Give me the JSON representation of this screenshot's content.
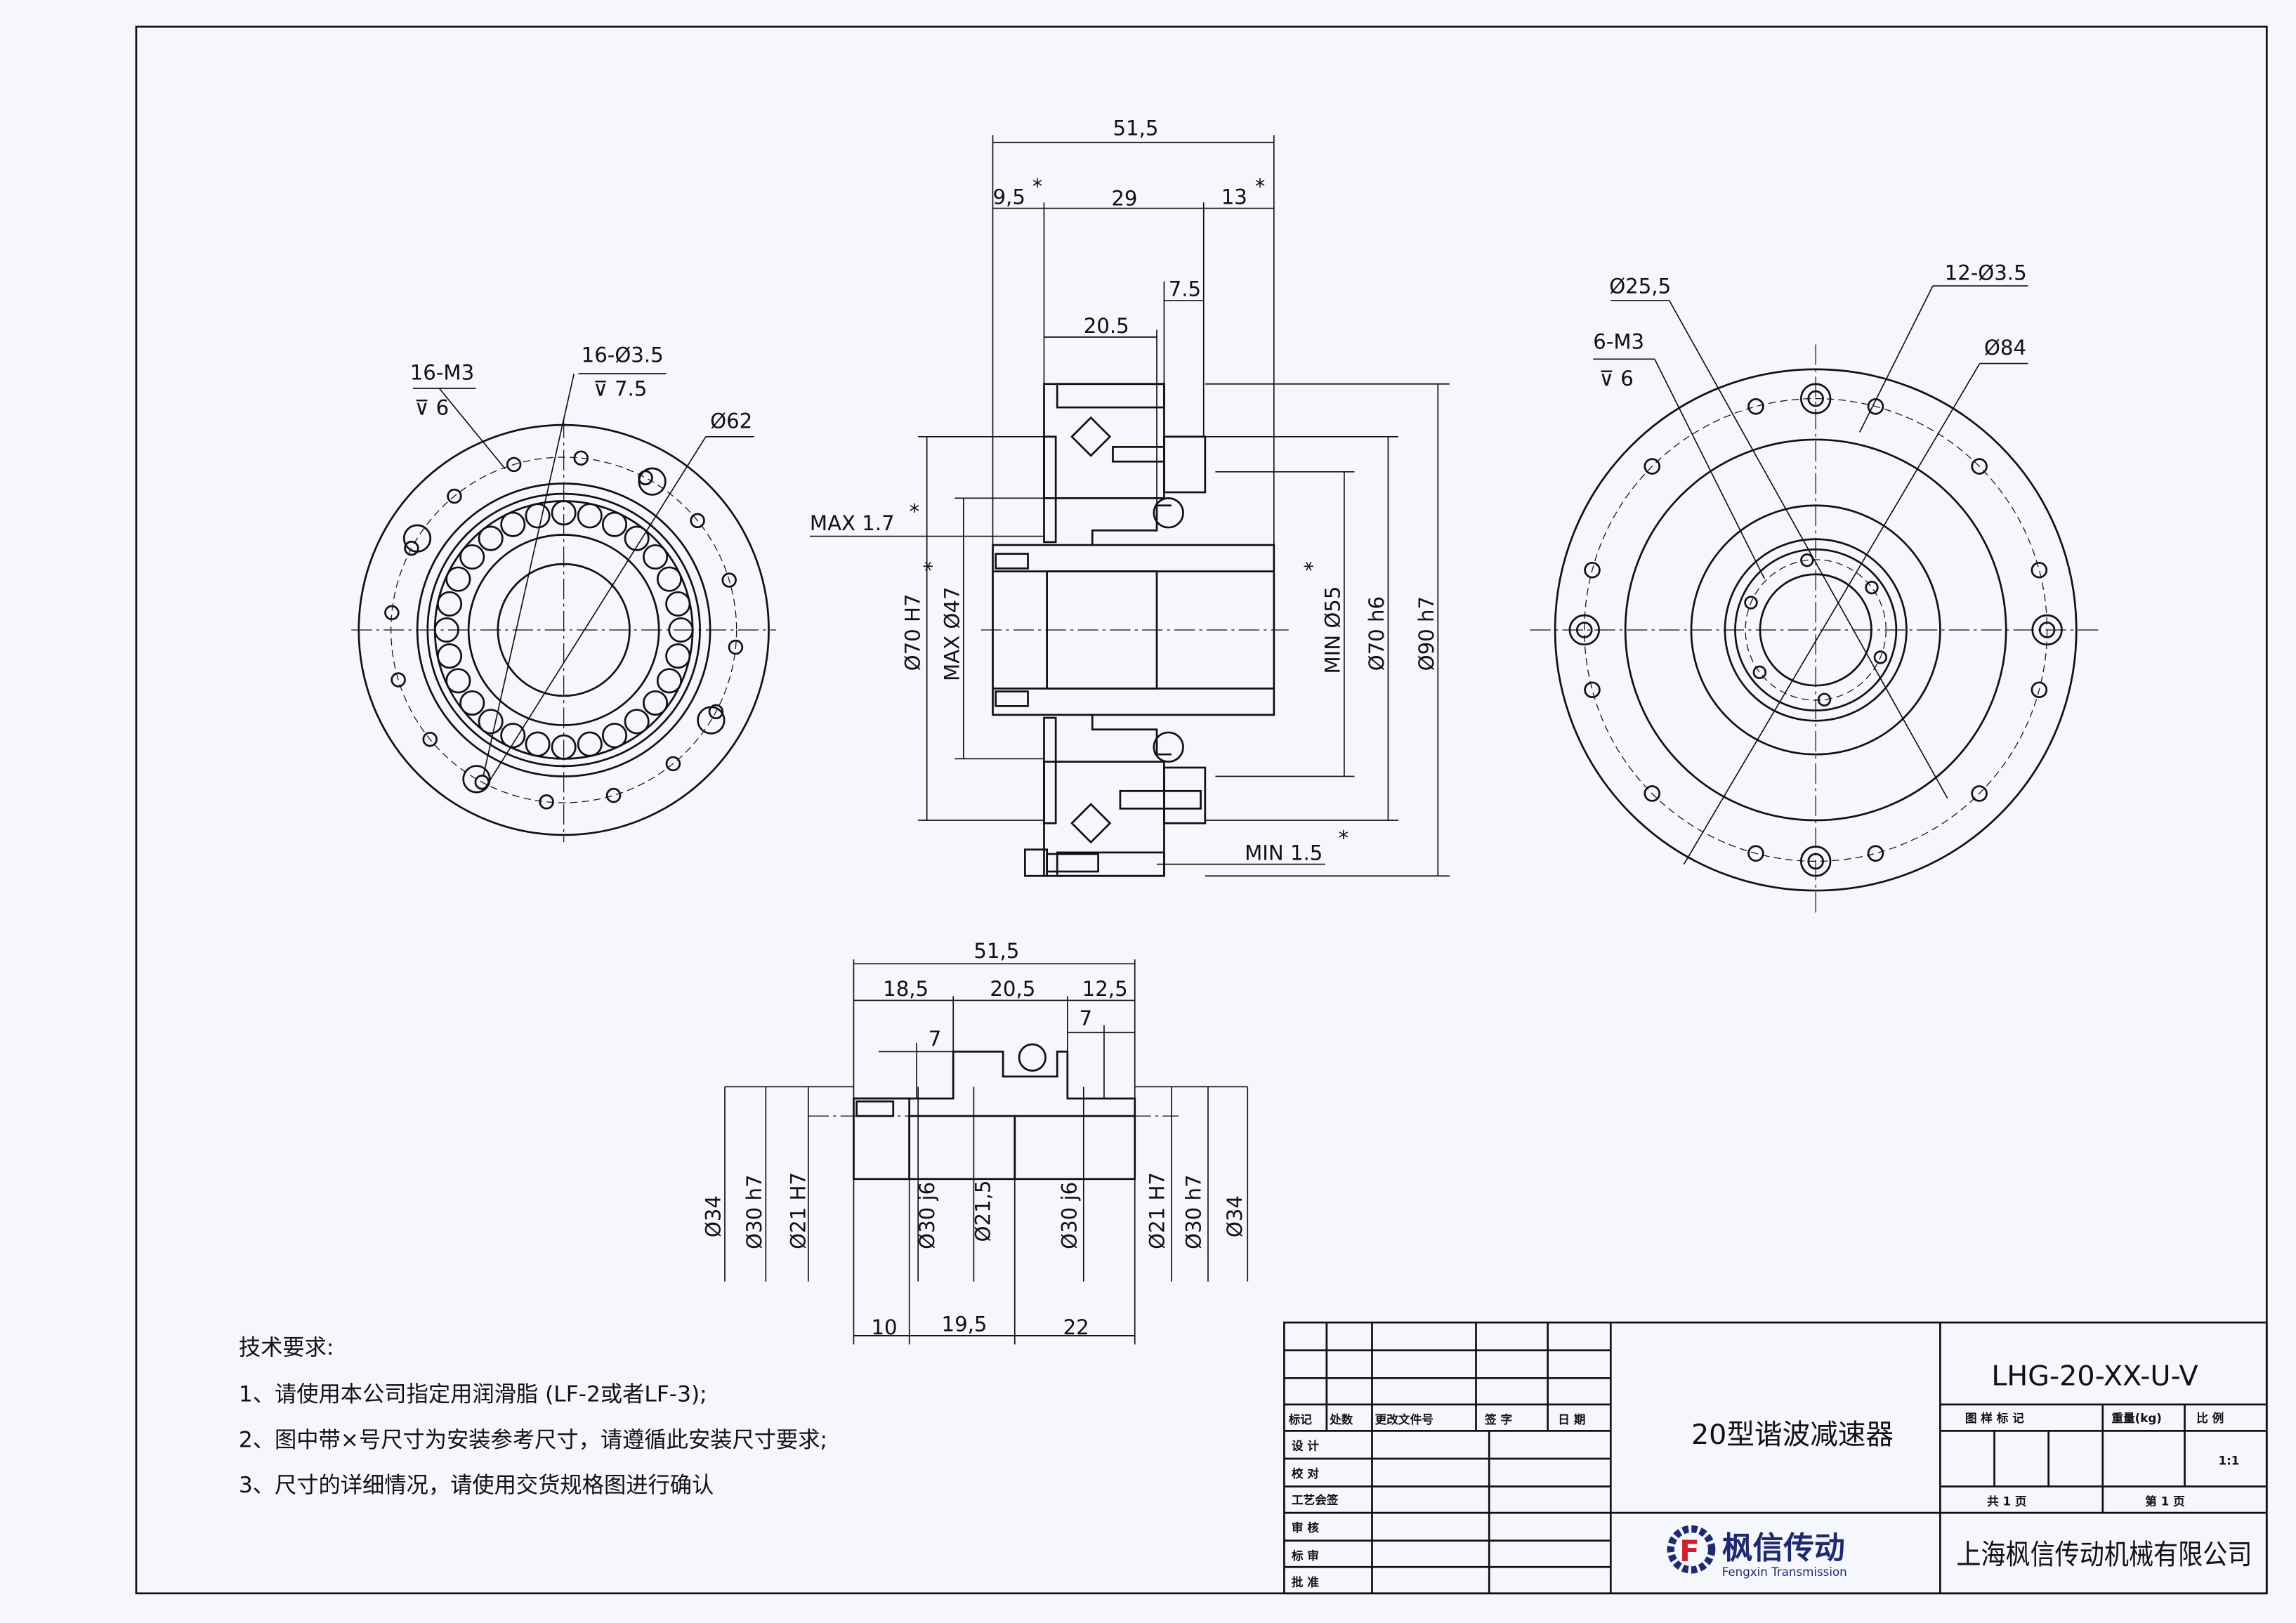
{
  "drawing": {
    "front_view": {
      "labels": [
        "16-M3",
        "⊽ 6",
        "16-Ø3.5",
        "⊽ 7.5",
        "Ø62"
      ]
    },
    "section_view": {
      "dims": {
        "overall": "51,5",
        "a": "9,5",
        "b": "29",
        "c": "13",
        "d": "7.5",
        "e": "20.5",
        "max_gap": "MAX 1.7",
        "min_gap": "MIN 1.5",
        "d70H7": "Ø70 H7",
        "dmax47": "MAX Ø47",
        "dmin55": "MIN Ø55",
        "d70h6": "Ø70 h6",
        "d90h7": "Ø90 h7",
        "star": "*"
      }
    },
    "rear_view": {
      "labels": [
        "Ø25,5",
        "12-Ø3.5",
        "6-M3",
        "⊽ 6",
        "Ø84"
      ]
    },
    "shaft_view": {
      "top_dims": [
        "51,5",
        "18,5",
        "20,5",
        "12,5",
        "7",
        "7"
      ],
      "diameters": [
        "Ø34",
        "Ø30 h7",
        "Ø21 H7",
        "Ø30 j6",
        "Ø21,5",
        "Ø30 j6",
        "Ø21 H7",
        "Ø30 h7",
        "Ø34"
      ],
      "bottom_dims": [
        "10",
        "19,5",
        "22"
      ]
    }
  },
  "notes": {
    "title": "技术要求:",
    "items": [
      "1、请使用本公司指定用润滑脂 (LF-2或者LF-3);",
      "2、图中带×号尺寸为安装参考尺寸，请遵循此安装尺寸要求;",
      "3、尺寸的详细情况，请使用交货规格图进行确认"
    ]
  },
  "title_block": {
    "revision_headers": [
      "标记",
      "处数",
      "更改文件号",
      "签  字",
      "日 期"
    ],
    "roles": [
      "设  计",
      "校  对",
      "工艺会签",
      "审  核",
      "标  审",
      "批  准"
    ],
    "product_name": "20型谐波减速器",
    "part_number": "LHG-20-XX-U-V",
    "info_headers": [
      "图 样 标 记",
      "重量(kg)",
      "比  例"
    ],
    "scale": "1:1",
    "total_pages": "共 1 页",
    "page": "第 1 页",
    "logo_cn": "枫信传动",
    "logo_en": "Fengxin Transmission",
    "company": "上海枫信传动机械有限公司",
    "colors": {
      "logo_blue": "#1f2a6e",
      "logo_red": "#d0202a"
    }
  }
}
